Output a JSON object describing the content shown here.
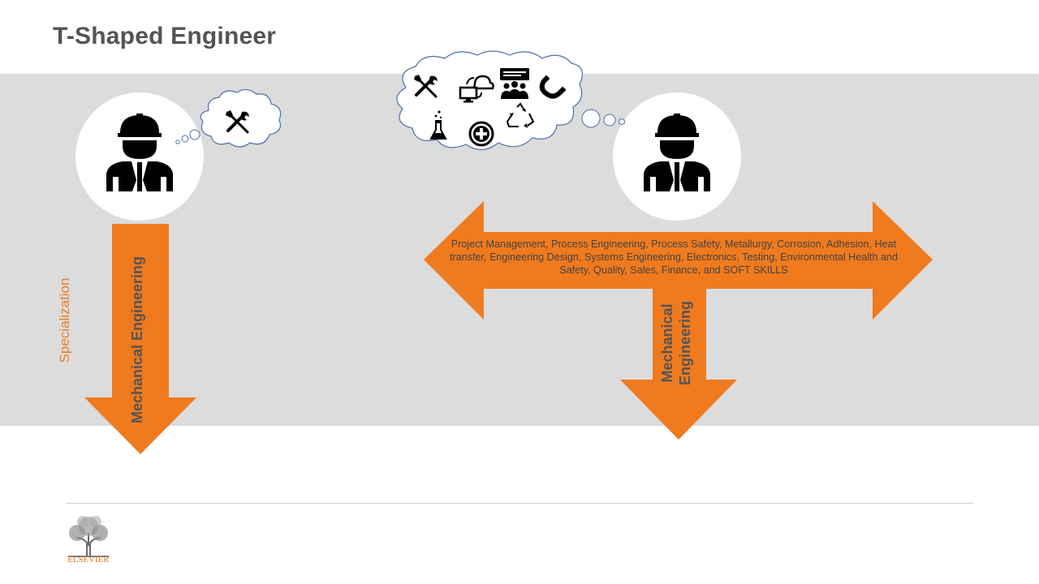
{
  "slide": {
    "title": "T-Shaped Engineer"
  },
  "left_figure": {
    "thought_icons": [
      "tools-icon"
    ],
    "arrow_label": "Mechanical Engineering",
    "axis_label": "Specialization"
  },
  "right_figure": {
    "thought_icons": [
      "tools-icon",
      "cloud-sync-icon",
      "presentation-audience-icon",
      "magnet-icon",
      "flask-icon",
      "medical-plus-icon",
      "recycle-icon"
    ],
    "horizontal_text": "Project Management, Process Engineering, Process Safety, Metallurgy, Corrosion, Adhesion, Heat transfer, Engineering Design, Systems Engineering, Electronics, Testing, Environmental Health and Safety, Quality, Sales, Finance, and SOFT SKILLS",
    "vertical_label": "Mechanical Engineering"
  },
  "footer": {
    "logo_text": "ELSEVIER"
  },
  "colors": {
    "accent": "#f07a1e",
    "band": "#dcdcdc",
    "title": "#545454"
  }
}
